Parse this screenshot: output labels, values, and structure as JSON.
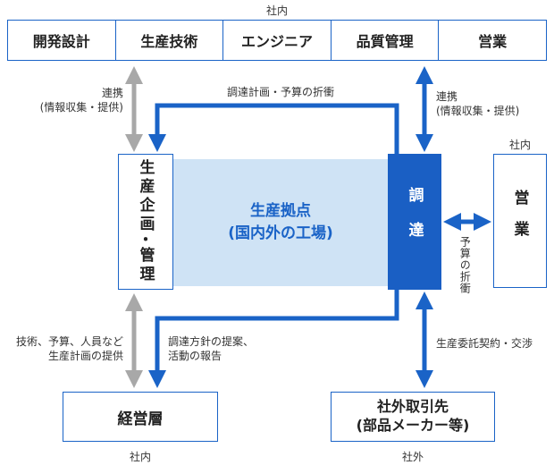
{
  "header": {
    "top_label": "社内"
  },
  "departments": [
    "開発設計",
    "生産技術",
    "エンジニア",
    "品質管理",
    "営業"
  ],
  "left_box": {
    "line1": "生産企画",
    "line2": "管理"
  },
  "center": {
    "line1": "生産拠点",
    "line2": "(国内外の工場)"
  },
  "procurement": {
    "label": "調達"
  },
  "sales_box": {
    "label": "営業",
    "tag": "社内"
  },
  "management_box": {
    "label": "経営層",
    "tag": "社内"
  },
  "partner_box": {
    "line1": "社外取引先",
    "line2": "(部品メーカー等)",
    "tag": "社外"
  },
  "notes": {
    "left_top_1": "連携",
    "left_top_2": "(情報収集・提供)",
    "right_top_1": "連携",
    "right_top_2": "(情報収集・提供)",
    "top_flow": "調達計画・予算の折衝",
    "left_bottom_1": "技術、予算、人員など",
    "left_bottom_2": "生産計画の提供",
    "mid_bottom_1": "調達方針の提案、",
    "mid_bottom_2": "活動の報告",
    "right_bottom": "生産委託契約・交渉",
    "budget_vertical": "予算の折衝"
  },
  "colors": {
    "accent": "#1a63c7",
    "light": "#cfe3f5",
    "gray_arrow": "#a8a8a8"
  }
}
